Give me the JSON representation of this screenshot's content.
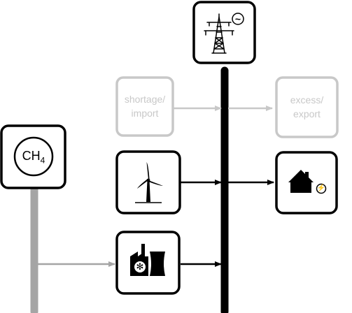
{
  "nodes": {
    "grid": {
      "icon": "power-pylon-icon",
      "symbol": "~"
    },
    "shortage_import": {
      "line1": "shortage/",
      "line2": "import"
    },
    "excess_export": {
      "line1": "excess/",
      "line2": "export"
    },
    "gas_source": {
      "main": "CH",
      "subscript": "4"
    },
    "wind": {
      "icon": "wind-turbine-icon"
    },
    "demand": {
      "icon": "house-electricity-icon",
      "symbol": "⚡"
    },
    "power_plant": {
      "icon": "gas-power-plant-icon",
      "symbol": "✻"
    }
  },
  "colors": {
    "active": "#000000",
    "inactive": "#c8c8c8",
    "fuel_line": "#a5a5a5"
  }
}
